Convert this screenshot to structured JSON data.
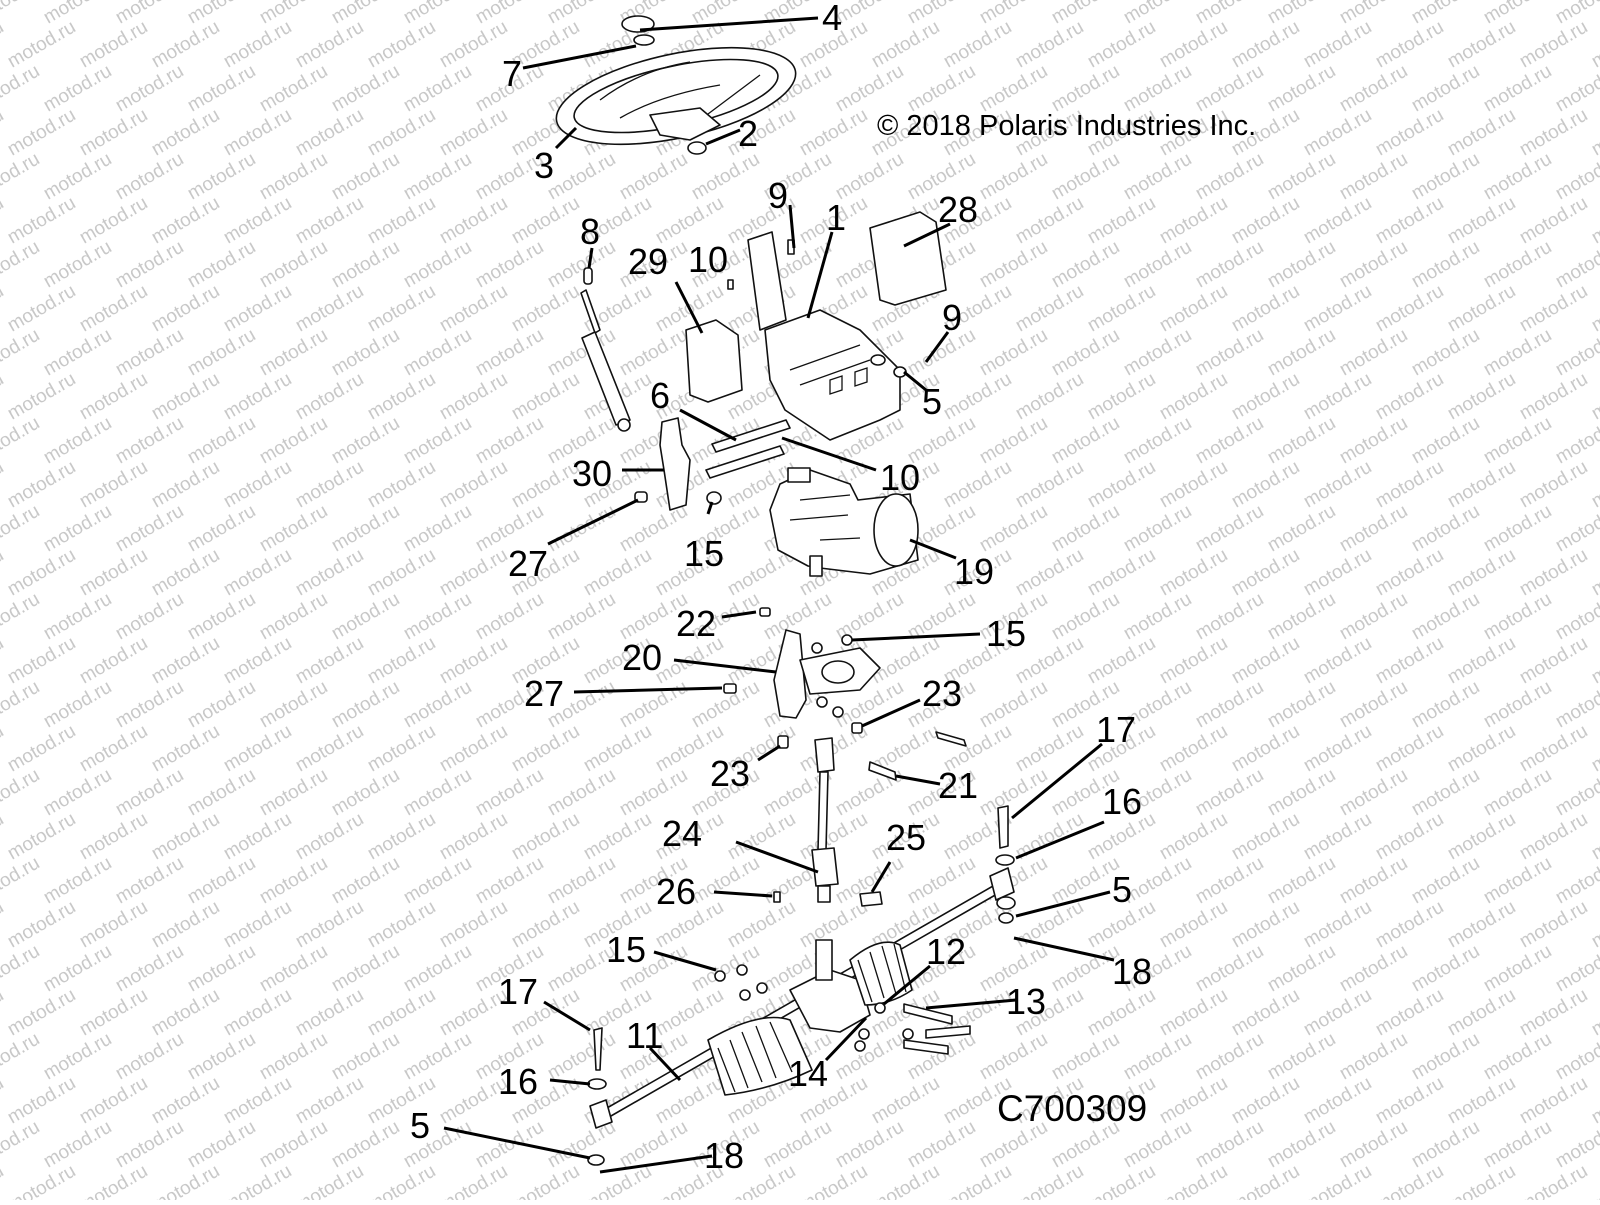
{
  "copyright": "© 2018 Polaris Industries Inc.",
  "diagram_id": "C700309",
  "watermark_text": "motod.ru",
  "callouts": [
    "4",
    "7",
    "2",
    "3",
    "9",
    "1",
    "28",
    "8",
    "29",
    "10",
    "9",
    "5",
    "6",
    "30",
    "10",
    "27",
    "15",
    "19",
    "22",
    "15",
    "20",
    "27",
    "23",
    "23",
    "21",
    "17",
    "16",
    "24",
    "25",
    "26",
    "5",
    "15",
    "12",
    "18",
    "17",
    "13",
    "11",
    "16",
    "14",
    "5",
    "18"
  ]
}
